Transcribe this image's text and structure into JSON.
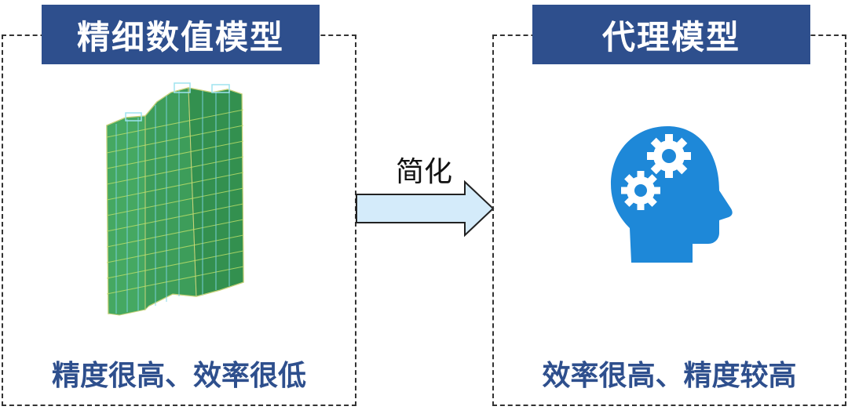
{
  "left": {
    "title": "精细数值模型",
    "caption": "精度很高、效率很低",
    "icon": "building-model-icon"
  },
  "right": {
    "title": "代理模型",
    "caption": "效率很高、精度较高",
    "icon": "head-gears-icon"
  },
  "arrow": {
    "label": "简化",
    "icon": "right-arrow-icon"
  },
  "colors": {
    "title_bg": "#2e4f8d",
    "caption_text": "#2e4f8d",
    "arrow_fill": "#d4ebfa",
    "head_fill": "#1e88d8",
    "building_fill": "#3a9e55"
  }
}
